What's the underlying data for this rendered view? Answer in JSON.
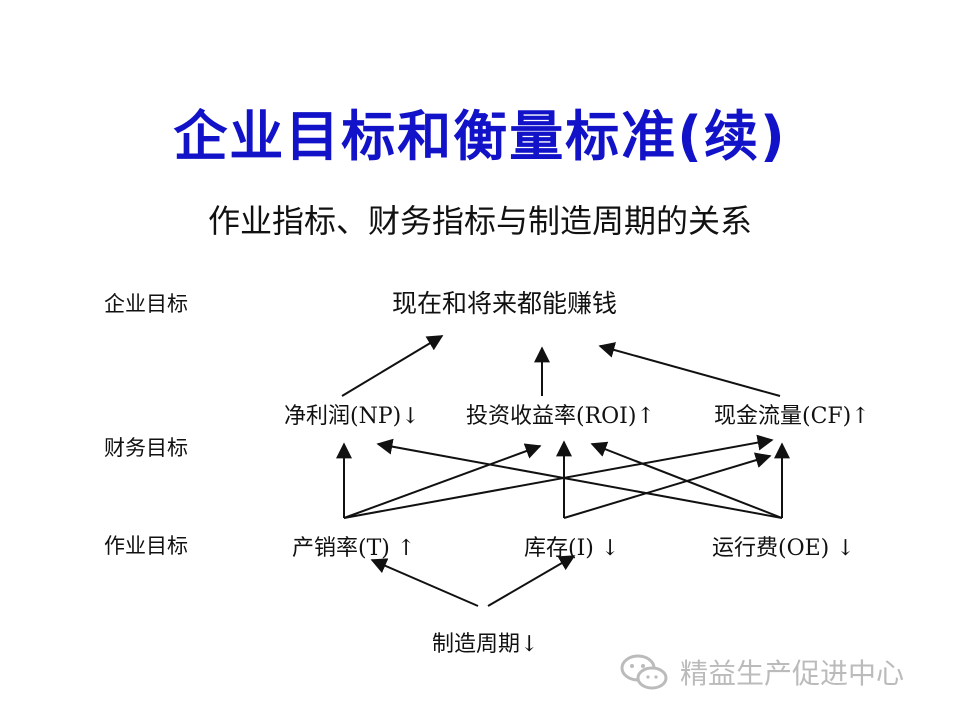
{
  "title": "企业目标和衡量标准(续)",
  "subtitle": "作业指标、财务指标与制造周期的关系",
  "levels": {
    "enterprise": "企业目标",
    "financial": "财务目标",
    "operational": "作业目标"
  },
  "nodes": {
    "top_goal": "现在和将来都能赚钱",
    "np": "净利润(NP)↓",
    "roi": "投资收益率(ROI)↑",
    "cf": "现金流量(CF)↑",
    "throughput": "产销率(T) ↑",
    "inventory": "库存(I) ↓",
    "opex": "运行费(OE) ↓",
    "cycle": "制造周期↓"
  },
  "watermark": "精益生产促进中心",
  "colors": {
    "title": "#1212c8",
    "text": "#111111",
    "watermark": "#bbbbbb"
  }
}
